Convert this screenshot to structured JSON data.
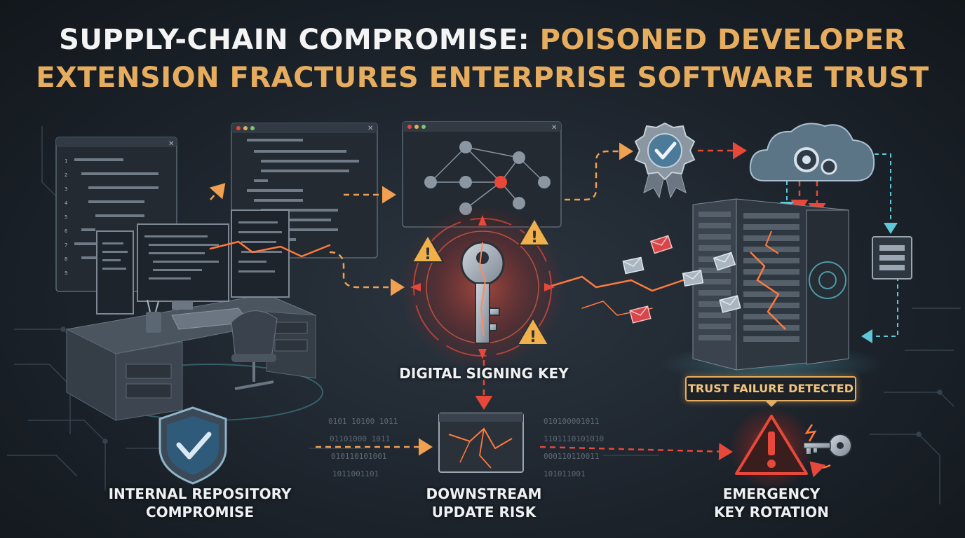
{
  "title": {
    "line1_white": "SUPPLY-CHAIN COMPROMISE:",
    "line1_gold": "POISONED DEVELOPER",
    "line2": "EXTENSION FRACTURES ENTERPRISE SOFTWARE TRUST"
  },
  "labels": {
    "repo": [
      "INTERNAL REPOSITORY",
      "COMPROMISE"
    ],
    "downstream": [
      "DOWNSTREAM",
      "UPDATE RISK"
    ],
    "rotation": [
      "EMERGENCY",
      "KEY ROTATION"
    ],
    "signing_key": "DIGITAL SIGNING KEY",
    "trust_failure": "TRUST FAILURE DETECTED"
  },
  "colors": {
    "gold": "#e7ad5f",
    "danger": "#e8483a",
    "orange_flow": "#f0a050",
    "teal": "#5ec8d8",
    "panel": "#2a3139"
  },
  "icons": [
    "shield-check-icon",
    "signing-key-icon",
    "warning-triangle-icon",
    "certificate-badge-icon",
    "cloud-gear-icon",
    "server-rack-icon",
    "envelope-icon",
    "broken-window-icon",
    "rotation-key-icon"
  ]
}
